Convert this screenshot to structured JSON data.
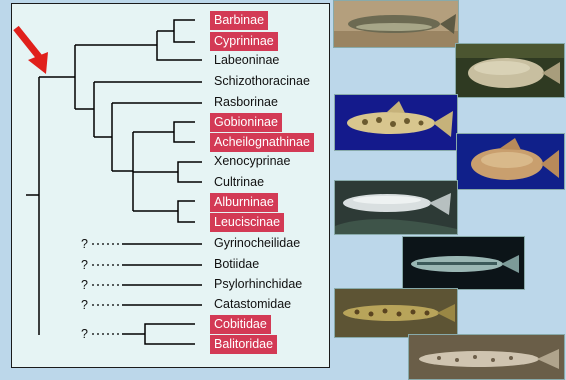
{
  "taxa": [
    {
      "name": "Barbinae",
      "highlighted": true
    },
    {
      "name": "Cyprininae",
      "highlighted": true
    },
    {
      "name": "Labeoninae",
      "highlighted": false
    },
    {
      "name": "Schizothoracinae",
      "highlighted": false
    },
    {
      "name": "Rasborinae",
      "highlighted": false
    },
    {
      "name": "Gobioninae",
      "highlighted": true
    },
    {
      "name": "Acheilognathinae",
      "highlighted": true
    },
    {
      "name": "Xenocyprinae",
      "highlighted": false
    },
    {
      "name": "Cultrinae",
      "highlighted": false
    },
    {
      "name": "Alburninae",
      "highlighted": true
    },
    {
      "name": "Leuciscinae",
      "highlighted": true
    },
    {
      "name": "Gyrinocheilidae",
      "highlighted": false,
      "uncertain": true
    },
    {
      "name": "Botiidae",
      "highlighted": false,
      "uncertain": true
    },
    {
      "name": "Psylorhinchidae",
      "highlighted": false,
      "uncertain": true
    },
    {
      "name": "Catastomidae",
      "highlighted": false,
      "uncertain": true
    },
    {
      "name": "Cobitidae",
      "highlighted": true
    },
    {
      "name": "Balitoridae",
      "highlighted": true,
      "uncertain": true
    }
  ],
  "question_mark": "?",
  "colors": {
    "highlight": "#d33a55",
    "arrow": "#e0201b",
    "background": "#bcd7ea",
    "panel": "#e6f4f4"
  },
  "icons": [
    "arrow-icon",
    "fish-photo-icon"
  ]
}
